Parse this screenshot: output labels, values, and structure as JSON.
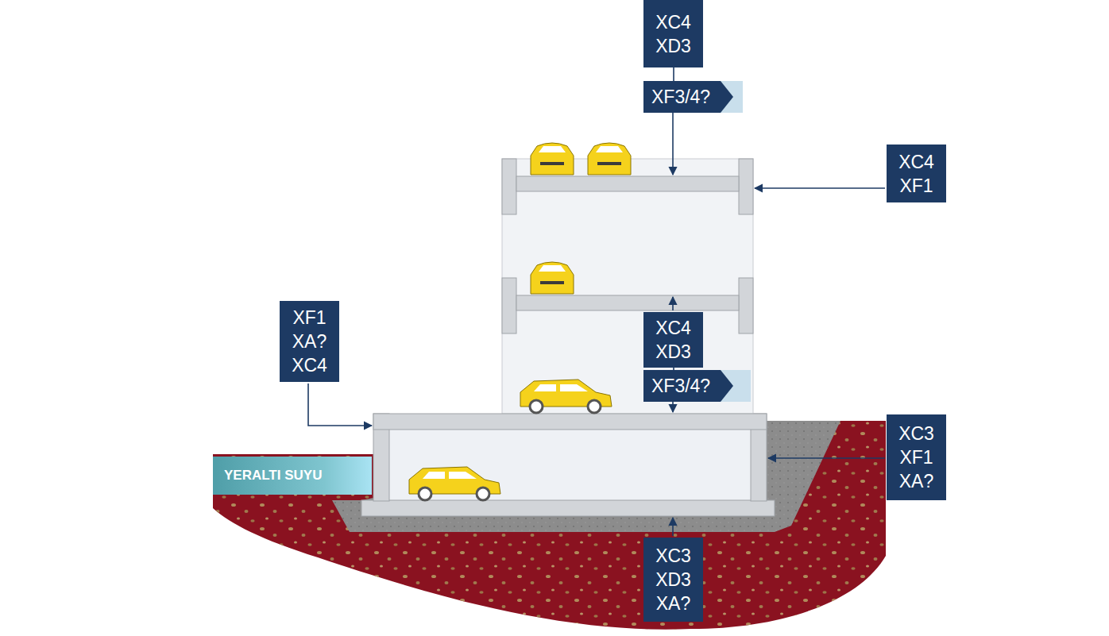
{
  "diagram": {
    "nodes": [
      {
        "text": [
          "XC4",
          "XD3"
        ]
      },
      {
        "text": [
          "XF3/4?"
        ]
      },
      {
        "text": [
          "XC4",
          "XF1"
        ]
      },
      {
        "text": [
          "XF1",
          "XA?",
          "XC4"
        ]
      },
      {
        "text": [
          "XC4",
          "XD3"
        ]
      },
      {
        "text": [
          "XF3/4?"
        ]
      },
      {
        "text": [
          "XC3",
          "XF1",
          "XA?"
        ]
      },
      {
        "text": [
          "YERALTI SUYU"
        ]
      },
      {
        "text": [
          "XC3",
          "XD3",
          "XA?"
        ]
      }
    ],
    "edges": [
      {
        "from": 0,
        "to": 1,
        "arrow": "none"
      },
      {
        "from": 4,
        "to": 5,
        "arrow": "none"
      }
    ]
  }
}
